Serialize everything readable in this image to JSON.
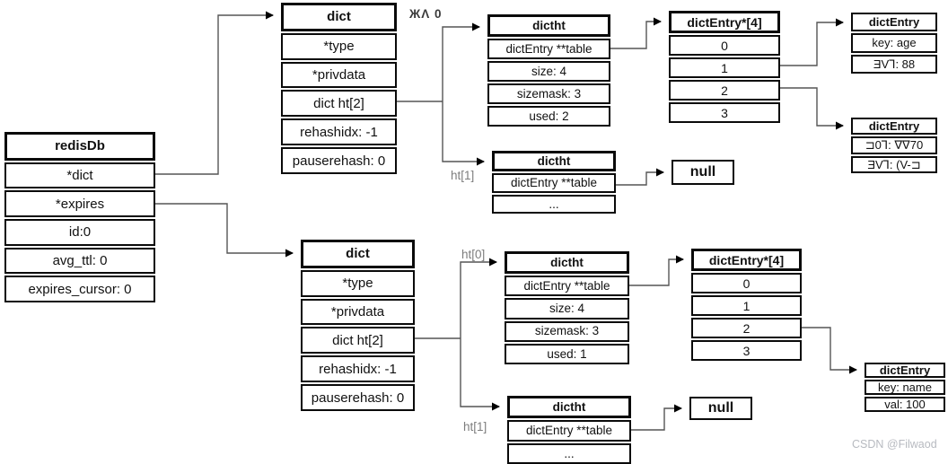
{
  "watermark": "CSDN @Filwaod",
  "labels": {
    "ht0_top": "ЖΛ 0",
    "ht1_top": "ht[1]",
    "ht0_bottom": "ht[0]",
    "ht1_bottom": "ht[1]"
  },
  "boxes": {
    "redisdb": {
      "title": "redisDb",
      "rows": [
        "*dict",
        "*expires",
        "id:0",
        "avg_ttl: 0",
        "expires_cursor: 0"
      ]
    },
    "dict_top": {
      "title": "dict",
      "rows": [
        "*type",
        "*privdata",
        "dict ht[2]",
        "rehashidx: -1",
        "pauserehash: 0"
      ]
    },
    "dictht_top0": {
      "title": "dictht",
      "rows": [
        "dictEntry **table",
        "size: 4",
        "sizemask: 3",
        "used: 2"
      ]
    },
    "entry_array_top": {
      "title": "dictEntry*[4]",
      "rows": [
        "0",
        "1",
        "2",
        "3"
      ]
    },
    "entry_age": {
      "title": "dictEntry",
      "rows": [
        "key: age",
        "ƎV⅂: 88"
      ]
    },
    "entry_mystery": {
      "title": "dictEntry",
      "rows": [
        "⊐0⅂: ∇∇70",
        "ƎV⅂: (V-⊐"
      ]
    },
    "dictht_top1": {
      "title": "dictht",
      "rows": [
        "dictEntry **table",
        "..."
      ]
    },
    "null_top": {
      "title": "null"
    },
    "dict_bottom": {
      "title": "dict",
      "rows": [
        "*type",
        "*privdata",
        "dict ht[2]",
        "rehashidx: -1",
        "pauserehash: 0"
      ]
    },
    "dictht_bottom0": {
      "title": "dictht",
      "rows": [
        "dictEntry **table",
        "size: 4",
        "sizemask: 3",
        "used: 1"
      ]
    },
    "entry_array_bottom": {
      "title": "dictEntry*[4]",
      "rows": [
        "0",
        "1",
        "2",
        "3"
      ]
    },
    "entry_name": {
      "title": "dictEntry",
      "rows": [
        "key: name",
        "val: 100"
      ]
    },
    "dictht_bottom1": {
      "title": "dictht",
      "rows": [
        "dictEntry **table",
        "..."
      ]
    },
    "null_bottom": {
      "title": "null"
    }
  },
  "colors": {
    "line": "#555555",
    "arrow": "#000000",
    "border": "#0a0a0a",
    "label_gray": "#7d7d7d",
    "watermark_gray": "#b7bac0"
  }
}
